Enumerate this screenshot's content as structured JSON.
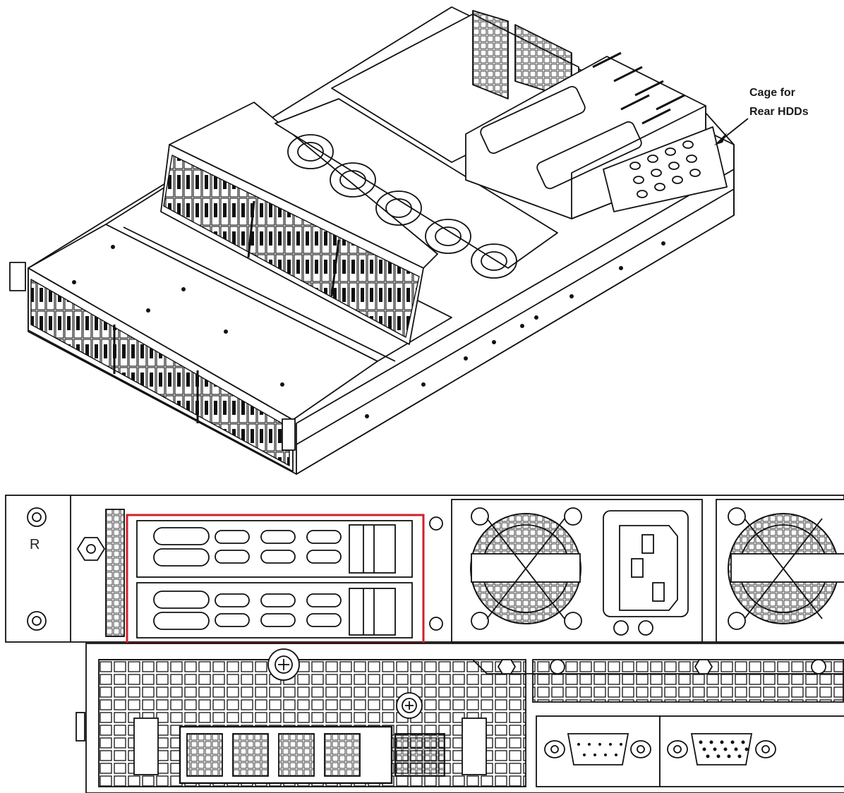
{
  "callout": {
    "line1": "Cage for",
    "line2": "Rear HDDs"
  },
  "rear_panel": {
    "side_label": "R"
  },
  "colors": {
    "line": "#111111",
    "highlight": "#d0202c",
    "background": "#ffffff"
  },
  "counts": {
    "front_drive_bays": 24,
    "mid_drive_bays": 24,
    "rear_drive_bays": 2,
    "power_supplies": 2
  }
}
